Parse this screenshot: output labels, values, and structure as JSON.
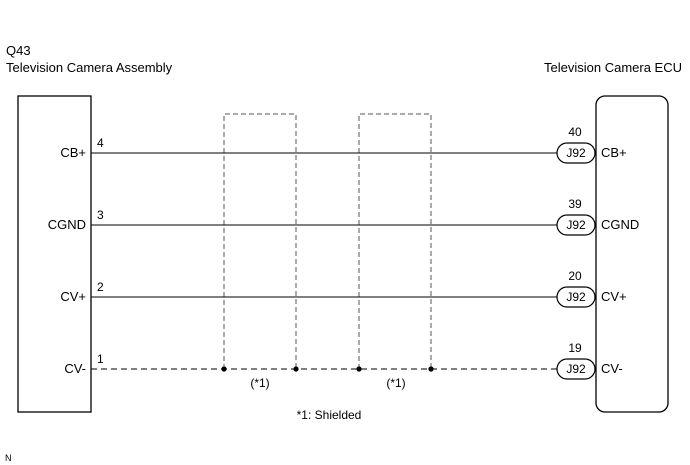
{
  "left_component": {
    "code": "Q43",
    "name": "Television Camera Assembly"
  },
  "right_component": {
    "name": "Television Camera ECU"
  },
  "wires": [
    {
      "left_pin": "4",
      "left_label": "CB+",
      "right_pin": "40",
      "connector": "J92",
      "right_label": "CB+",
      "style": "solid"
    },
    {
      "left_pin": "3",
      "left_label": "CGND",
      "right_pin": "39",
      "connector": "J92",
      "right_label": "CGND",
      "style": "solid"
    },
    {
      "left_pin": "2",
      "left_label": "CV+",
      "right_pin": "20",
      "connector": "J92",
      "right_label": "CV+",
      "style": "solid"
    },
    {
      "left_pin": "1",
      "left_label": "CV-",
      "right_pin": "19",
      "connector": "J92",
      "right_label": "CV-",
      "style": "dashed"
    }
  ],
  "shield_markers": [
    "(*1)",
    "(*1)"
  ],
  "note": "*1: Shielded",
  "corner_label": "N"
}
